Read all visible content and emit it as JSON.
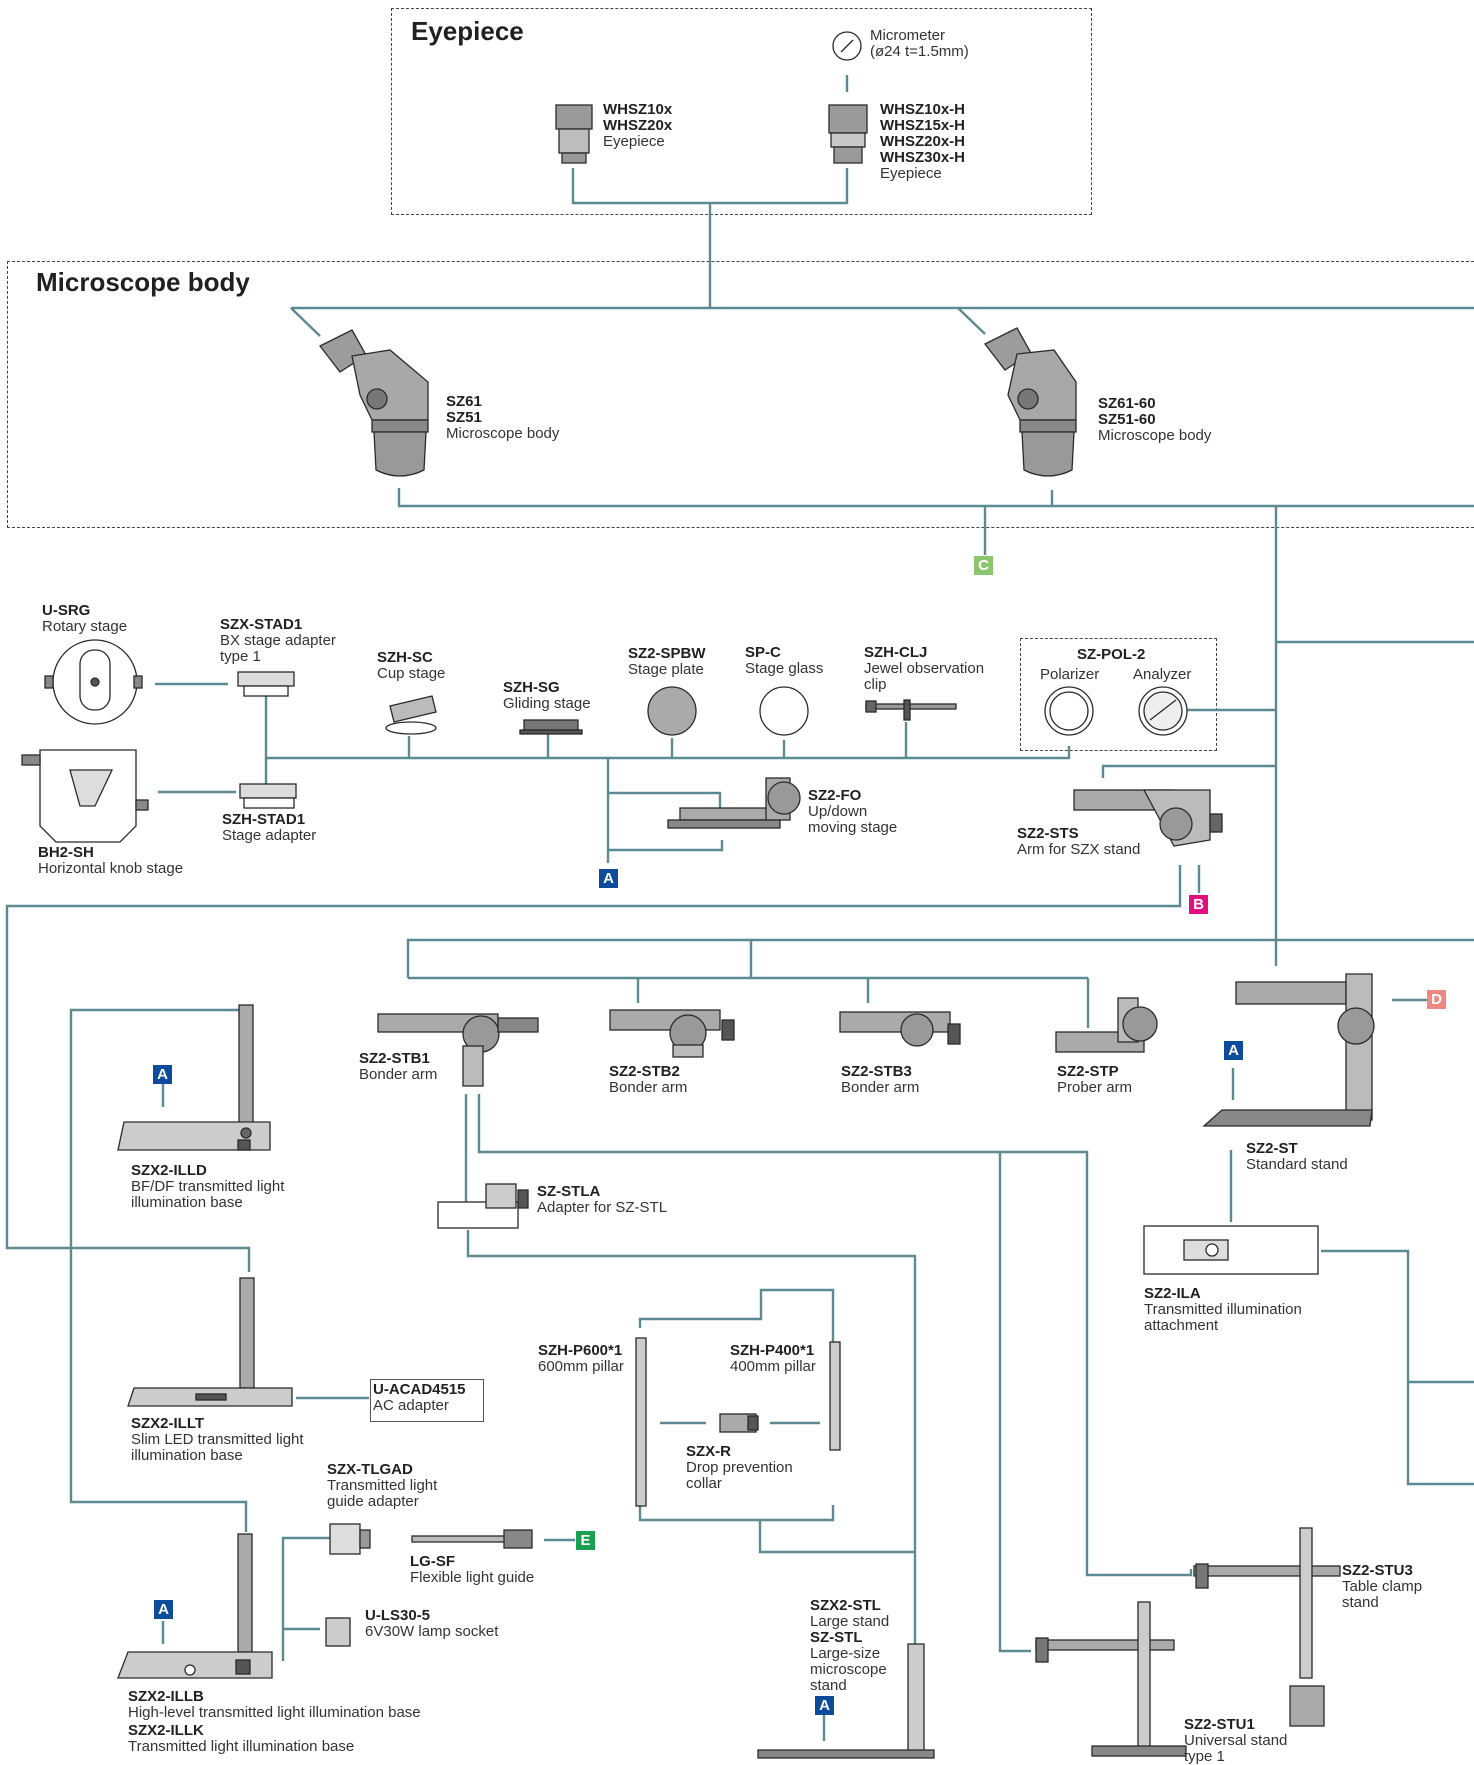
{
  "sections": {
    "eyepiece": "Eyepiece",
    "body": "Microscope body"
  },
  "colors": {
    "line": "#5c8a91",
    "device": "#8a8a8a",
    "A": "#0d4c9c",
    "B": "#e0117f",
    "C": "#8dc56e",
    "D": "#ef8880",
    "E": "#1aa050"
  },
  "badges": {
    "A": "A",
    "B": "B",
    "C": "C",
    "D": "D",
    "E": "E"
  },
  "items": {
    "micrometer": {
      "name": "",
      "desc": [
        "Micrometer",
        "(ø24  t=1.5mm)"
      ]
    },
    "whsz": {
      "name": "WHSZ10x\nWHSZ20x",
      "desc": [
        "Eyepiece"
      ]
    },
    "whszh": {
      "name": "WHSZ10x-H\nWHSZ15x-H\nWHSZ20x-H\nWHSZ30x-H",
      "desc": [
        "Eyepiece"
      ]
    },
    "sz61": {
      "name": "SZ61\nSZ51",
      "desc": [
        "Microscope body"
      ]
    },
    "sz6160": {
      "name": "SZ61-60\nSZ51-60",
      "desc": [
        "Microscope body"
      ]
    },
    "usrg": {
      "name": "U-SRG",
      "desc": [
        "Rotary stage"
      ]
    },
    "szxstad1": {
      "name": "SZX-STAD1",
      "desc": [
        "BX stage adapter",
        "type 1"
      ]
    },
    "szhsc": {
      "name": "SZH-SC",
      "desc": [
        "Cup stage"
      ]
    },
    "szhsg": {
      "name": "SZH-SG",
      "desc": [
        "Gliding stage"
      ]
    },
    "sz2spbw": {
      "name": "SZ2-SPBW",
      "desc": [
        "Stage plate"
      ]
    },
    "spc": {
      "name": "SP-C",
      "desc": [
        "Stage glass"
      ]
    },
    "szhclj": {
      "name": "SZH-CLJ",
      "desc": [
        "Jewel observation",
        "clip"
      ]
    },
    "szpol2": {
      "name": "SZ-POL-2",
      "desc": []
    },
    "polarizer": {
      "name": "",
      "desc": [
        "Polarizer"
      ]
    },
    "analyzer": {
      "name": "",
      "desc": [
        "Analyzer"
      ]
    },
    "bh2sh": {
      "name": "BH2-SH",
      "desc": [
        "Horizontal knob stage"
      ]
    },
    "szhstad1": {
      "name": "SZH-STAD1",
      "desc": [
        "Stage adapter"
      ]
    },
    "sz2fo": {
      "name": "SZ2-FO",
      "desc": [
        "Up/down",
        "moving stage"
      ]
    },
    "sz2sts": {
      "name": "SZ2-STS",
      "desc": [
        "Arm for SZX stand"
      ]
    },
    "szx2illd": {
      "name": "SZX2-ILLD",
      "desc": [
        "BF/DF transmitted light",
        "illumination base"
      ]
    },
    "sz2stb1": {
      "name": "SZ2-STB1",
      "desc": [
        "Bonder arm"
      ]
    },
    "sz2stb2": {
      "name": "SZ2-STB2",
      "desc": [
        "Bonder arm"
      ]
    },
    "sz2stb3": {
      "name": "SZ2-STB3",
      "desc": [
        "Bonder arm"
      ]
    },
    "sz2stp": {
      "name": "SZ2-STP",
      "desc": [
        "Prober arm"
      ]
    },
    "sz2st": {
      "name": "SZ2-ST",
      "desc": [
        "Standard stand"
      ]
    },
    "szstla": {
      "name": "SZ-STLA",
      "desc": [
        "Adapter for SZ-STL"
      ]
    },
    "sz2ila": {
      "name": "SZ2-ILA",
      "desc": [
        "Transmitted illumination",
        "attachment"
      ]
    },
    "szhp600": {
      "name": "SZH-P600*1",
      "desc": [
        "600mm pillar"
      ]
    },
    "szhp400": {
      "name": "SZH-P400*1",
      "desc": [
        "400mm pillar"
      ]
    },
    "szxr": {
      "name": "SZX-R",
      "desc": [
        "Drop prevention",
        "collar"
      ]
    },
    "szx2illt": {
      "name": "SZX2-ILLT",
      "desc": [
        "Slim LED transmitted light",
        "illumination base"
      ]
    },
    "uacad": {
      "name": "U-ACAD4515",
      "desc": [
        "AC adapter"
      ]
    },
    "szxtlgad": {
      "name": "SZX-TLGAD",
      "desc": [
        "Transmitted light",
        "guide adapter"
      ]
    },
    "lgsf": {
      "name": "LG-SF",
      "desc": [
        "Flexible light guide"
      ]
    },
    "uls305": {
      "name": "U-LS30-5",
      "desc": [
        "6V30W lamp socket"
      ]
    },
    "szx2illb": {
      "name": "SZX2-ILLB",
      "desc": [
        "High-level transmitted light illumination base"
      ]
    },
    "szx2illk": {
      "name": "SZX2-ILLK",
      "desc": [
        "Transmitted light illumination base"
      ]
    },
    "szxstl": {
      "name": "SZX2-STL",
      "desc": [
        "Large stand"
      ]
    },
    "szstl": {
      "name": "SZ-STL",
      "desc": [
        "Large-size",
        "microscope",
        "stand"
      ]
    },
    "sz2stu3": {
      "name": "SZ2-STU3",
      "desc": [
        "Table clamp",
        "stand"
      ]
    },
    "sz2stu1": {
      "name": "SZ2-STU1",
      "desc": [
        "Universal stand",
        "type 1"
      ]
    }
  }
}
